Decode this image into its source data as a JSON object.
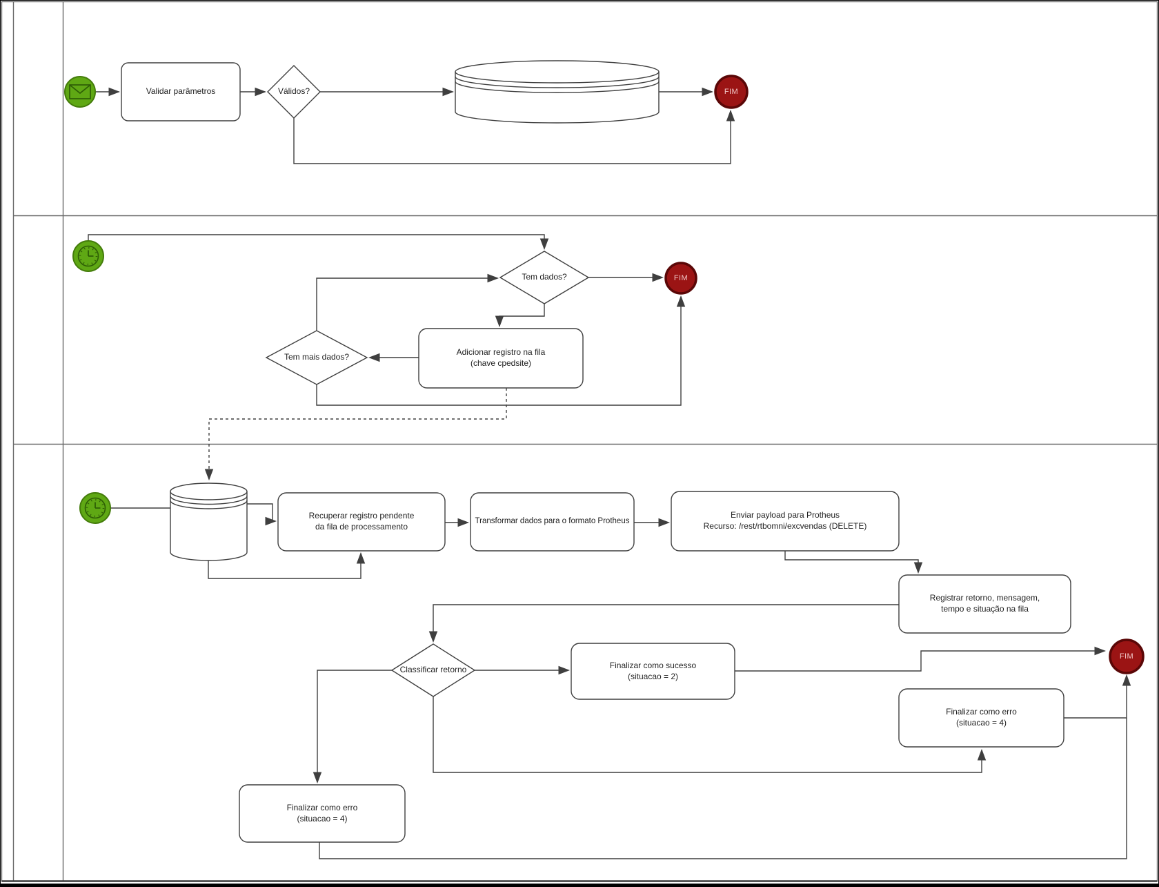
{
  "diagram": {
    "type": "bpmn-flowchart",
    "colors": {
      "event_green_fill": "#5FA814",
      "event_green_stroke": "#447C0B",
      "event_icon_stroke": "#2E5E06",
      "end_red_fill": "#9B1414",
      "end_red_stroke": "#5A0707",
      "end_text": "#F1C7C7",
      "shape_fill": "#FFFFFF",
      "shape_stroke": "#3F3F3F",
      "connector": "#3F3F3F",
      "lane_line": "#696969"
    },
    "icons": {
      "lane1_start": "envelope-icon",
      "lane2_start": "clock-icon",
      "lane3_start": "clock-icon",
      "datastore1": "database-cylinder",
      "datastore2": "database-cylinder"
    }
  },
  "nodes": {
    "validar": {
      "label": "Validar parâmetros"
    },
    "validos": {
      "label": "Válidos?"
    },
    "fim1": {
      "label": "FIM"
    },
    "tem_dados": {
      "label": "Tem dados?"
    },
    "fim2": {
      "label": "FIM"
    },
    "adicionar": {
      "l1": "Adicionar registro na fila",
      "l2": "(chave cpedsite)"
    },
    "tem_mais_dados": {
      "label": "Tem mais dados?"
    },
    "recuperar": {
      "l1": "Recuperar registro pendente",
      "l2": "da fila de processamento"
    },
    "transformar": {
      "label": "Transformar dados para o formato Protheus"
    },
    "enviar": {
      "l1": "Enviar payload para Protheus",
      "l2": "Recurso: /rest/rtbomni/excvendas (DELETE)"
    },
    "registrar": {
      "l1": "Registrar retorno, mensagem,",
      "l2": "tempo e situação na fila"
    },
    "classificar": {
      "label": "Classificar retorno"
    },
    "sucesso": {
      "l1": "Finalizar como sucesso",
      "l2": "(situacao = 2)"
    },
    "erro_direita": {
      "l1": "Finalizar como erro",
      "l2": "(situacao = 4)"
    },
    "erro_esquerda": {
      "l1": "Finalizar como erro",
      "l2": "(situacao = 4)"
    },
    "fim3": {
      "label": "FIM"
    }
  }
}
